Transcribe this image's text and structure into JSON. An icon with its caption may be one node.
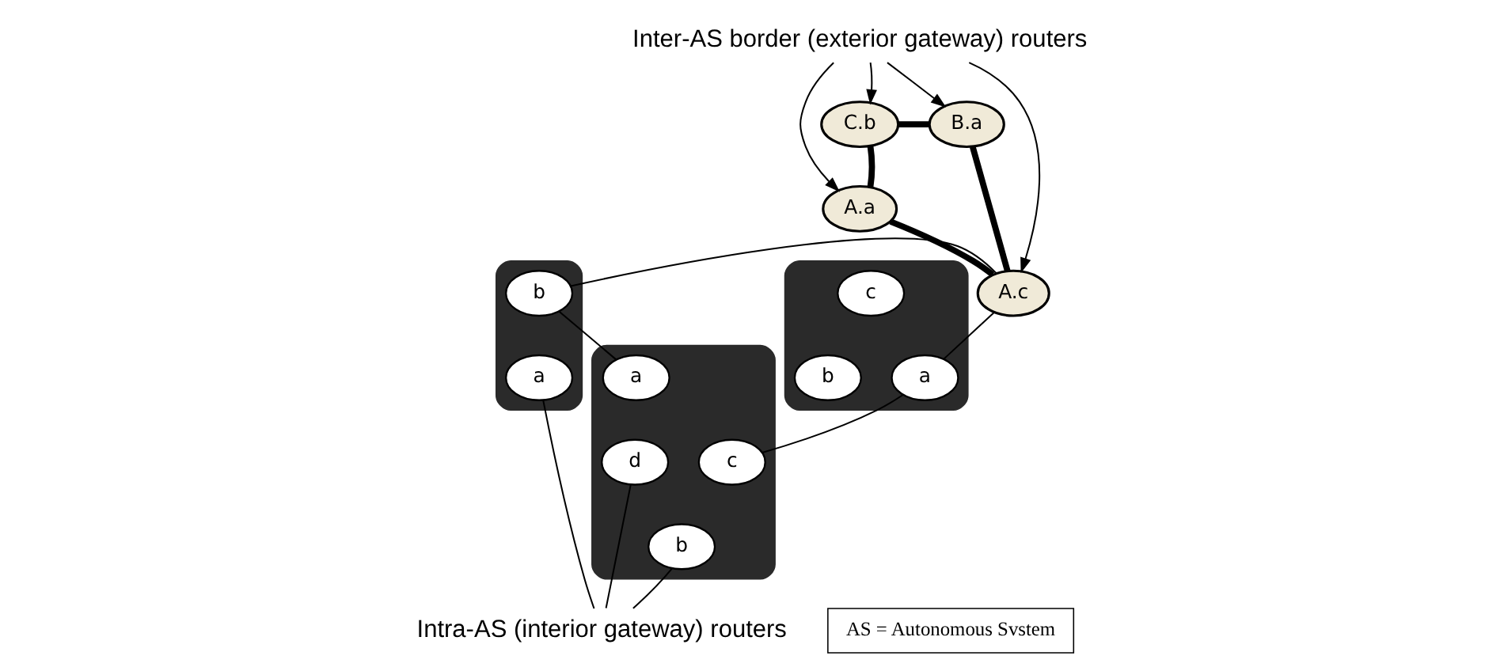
{
  "diagram": {
    "nodes": [
      {
        "text": [
          "Inter-AS border (exterior gateway) routers"
        ]
      },
      {
        "text": [
          "C.b"
        ]
      },
      {
        "text": [
          "B.a"
        ]
      },
      {
        "text": [
          "A.a"
        ]
      },
      {
        "text": [
          "A.c"
        ]
      },
      {
        "text": [],
        "shape": "cloud"
      },
      {
        "text": [
          "a"
        ],
        "in": 5
      },
      {
        "text": [
          "b"
        ],
        "in": 5
      },
      {
        "text": [],
        "shape": "cloud"
      },
      {
        "text": [
          "c"
        ],
        "in": 8
      },
      {
        "text": [
          "a"
        ],
        "in": 8
      },
      {
        "text": [
          "b"
        ],
        "in": 8
      },
      {
        "text": [],
        "shape": "cloud"
      },
      {
        "text": [
          "a"
        ],
        "in": 12
      },
      {
        "text": [
          "d"
        ],
        "in": 12
      },
      {
        "text": [
          "c"
        ],
        "in": 12
      },
      {
        "text": [
          "b"
        ],
        "in": 12
      },
      {
        "text": [
          "Intra-AS (interior gateway) routers"
        ]
      },
      {
        "text": [
          "AS = Autonomous Svstem"
        ]
      }
    ],
    "edges": [
      {
        "from": 0,
        "to": 1,
        "arrow": "to"
      },
      {
        "from": 0,
        "to": 3,
        "arrow": "to"
      },
      {
        "from": 0,
        "to": 4,
        "arrow": "to"
      },
      {
        "from": 0,
        "to": 2,
        "arrow": "to"
      },
      {
        "from": 1,
        "to": 2,
        "arrow": "none",
        "style": "thick"
      },
      {
        "from": 1,
        "to": 3,
        "arrow": "none",
        "style": "thick"
      },
      {
        "from": 3,
        "to": 4,
        "arrow": "none",
        "style": "thick"
      },
      {
        "from": 4,
        "to": 2,
        "arrow": "none",
        "style": "thick"
      },
      {
        "from": 7,
        "to": 4,
        "arrow": "none"
      },
      {
        "from": 4,
        "to": 10,
        "arrow": "none"
      },
      {
        "from": 7,
        "to": 13,
        "arrow": "none"
      },
      {
        "from": 15,
        "to": 10,
        "arrow": "none"
      },
      {
        "from": 17,
        "to": 6,
        "arrow": "none"
      },
      {
        "from": 17,
        "to": 14,
        "arrow": "none"
      },
      {
        "from": 17,
        "to": 16,
        "arrow": "none"
      }
    ]
  }
}
